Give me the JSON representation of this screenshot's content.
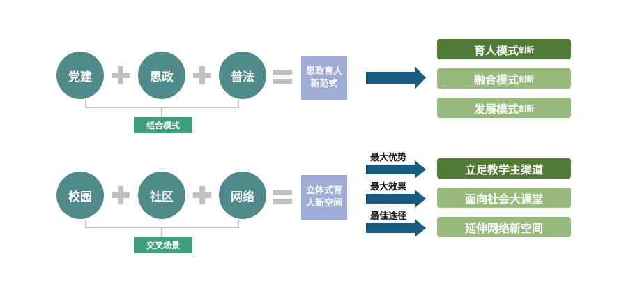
{
  "colors": {
    "circle": "#518a8b",
    "operator": "#c0c0c0",
    "result_box": "#9eabd5",
    "label_box": "#3d9d7c",
    "arrow": "#175c7e",
    "output_dark": "#517b35",
    "output_light": "#98bb7d"
  },
  "rows": [
    {
      "circles": [
        "党建",
        "思政",
        "普法"
      ],
      "operators": [
        "plus",
        "plus",
        "equals"
      ],
      "result_lines": [
        "思政育人",
        "新范式"
      ],
      "group_label": "组合模式",
      "arrows": [
        {
          "label": ""
        }
      ],
      "outputs": [
        {
          "main": "育人模式",
          "suffix": "创新",
          "style": "dark"
        },
        {
          "main": "融合模式",
          "suffix": "创新",
          "style": "light"
        },
        {
          "main": "发展模式",
          "suffix": "创新",
          "style": "light"
        }
      ]
    },
    {
      "circles": [
        "校园",
        "社区",
        "网络"
      ],
      "operators": [
        "plus",
        "plus",
        "equals"
      ],
      "result_lines": [
        "立体式育",
        "人新空间"
      ],
      "group_label": "交叉场景",
      "arrows": [
        {
          "label": "最大优势"
        },
        {
          "label": "最大效果"
        },
        {
          "label": "最佳途径"
        }
      ],
      "outputs": [
        {
          "main": "立足教学主渠道",
          "suffix": "",
          "style": "dark"
        },
        {
          "main": "面向社会大课堂",
          "suffix": "",
          "style": "light"
        },
        {
          "main": "延伸网络新空间",
          "suffix": "",
          "style": "light"
        }
      ]
    }
  ]
}
